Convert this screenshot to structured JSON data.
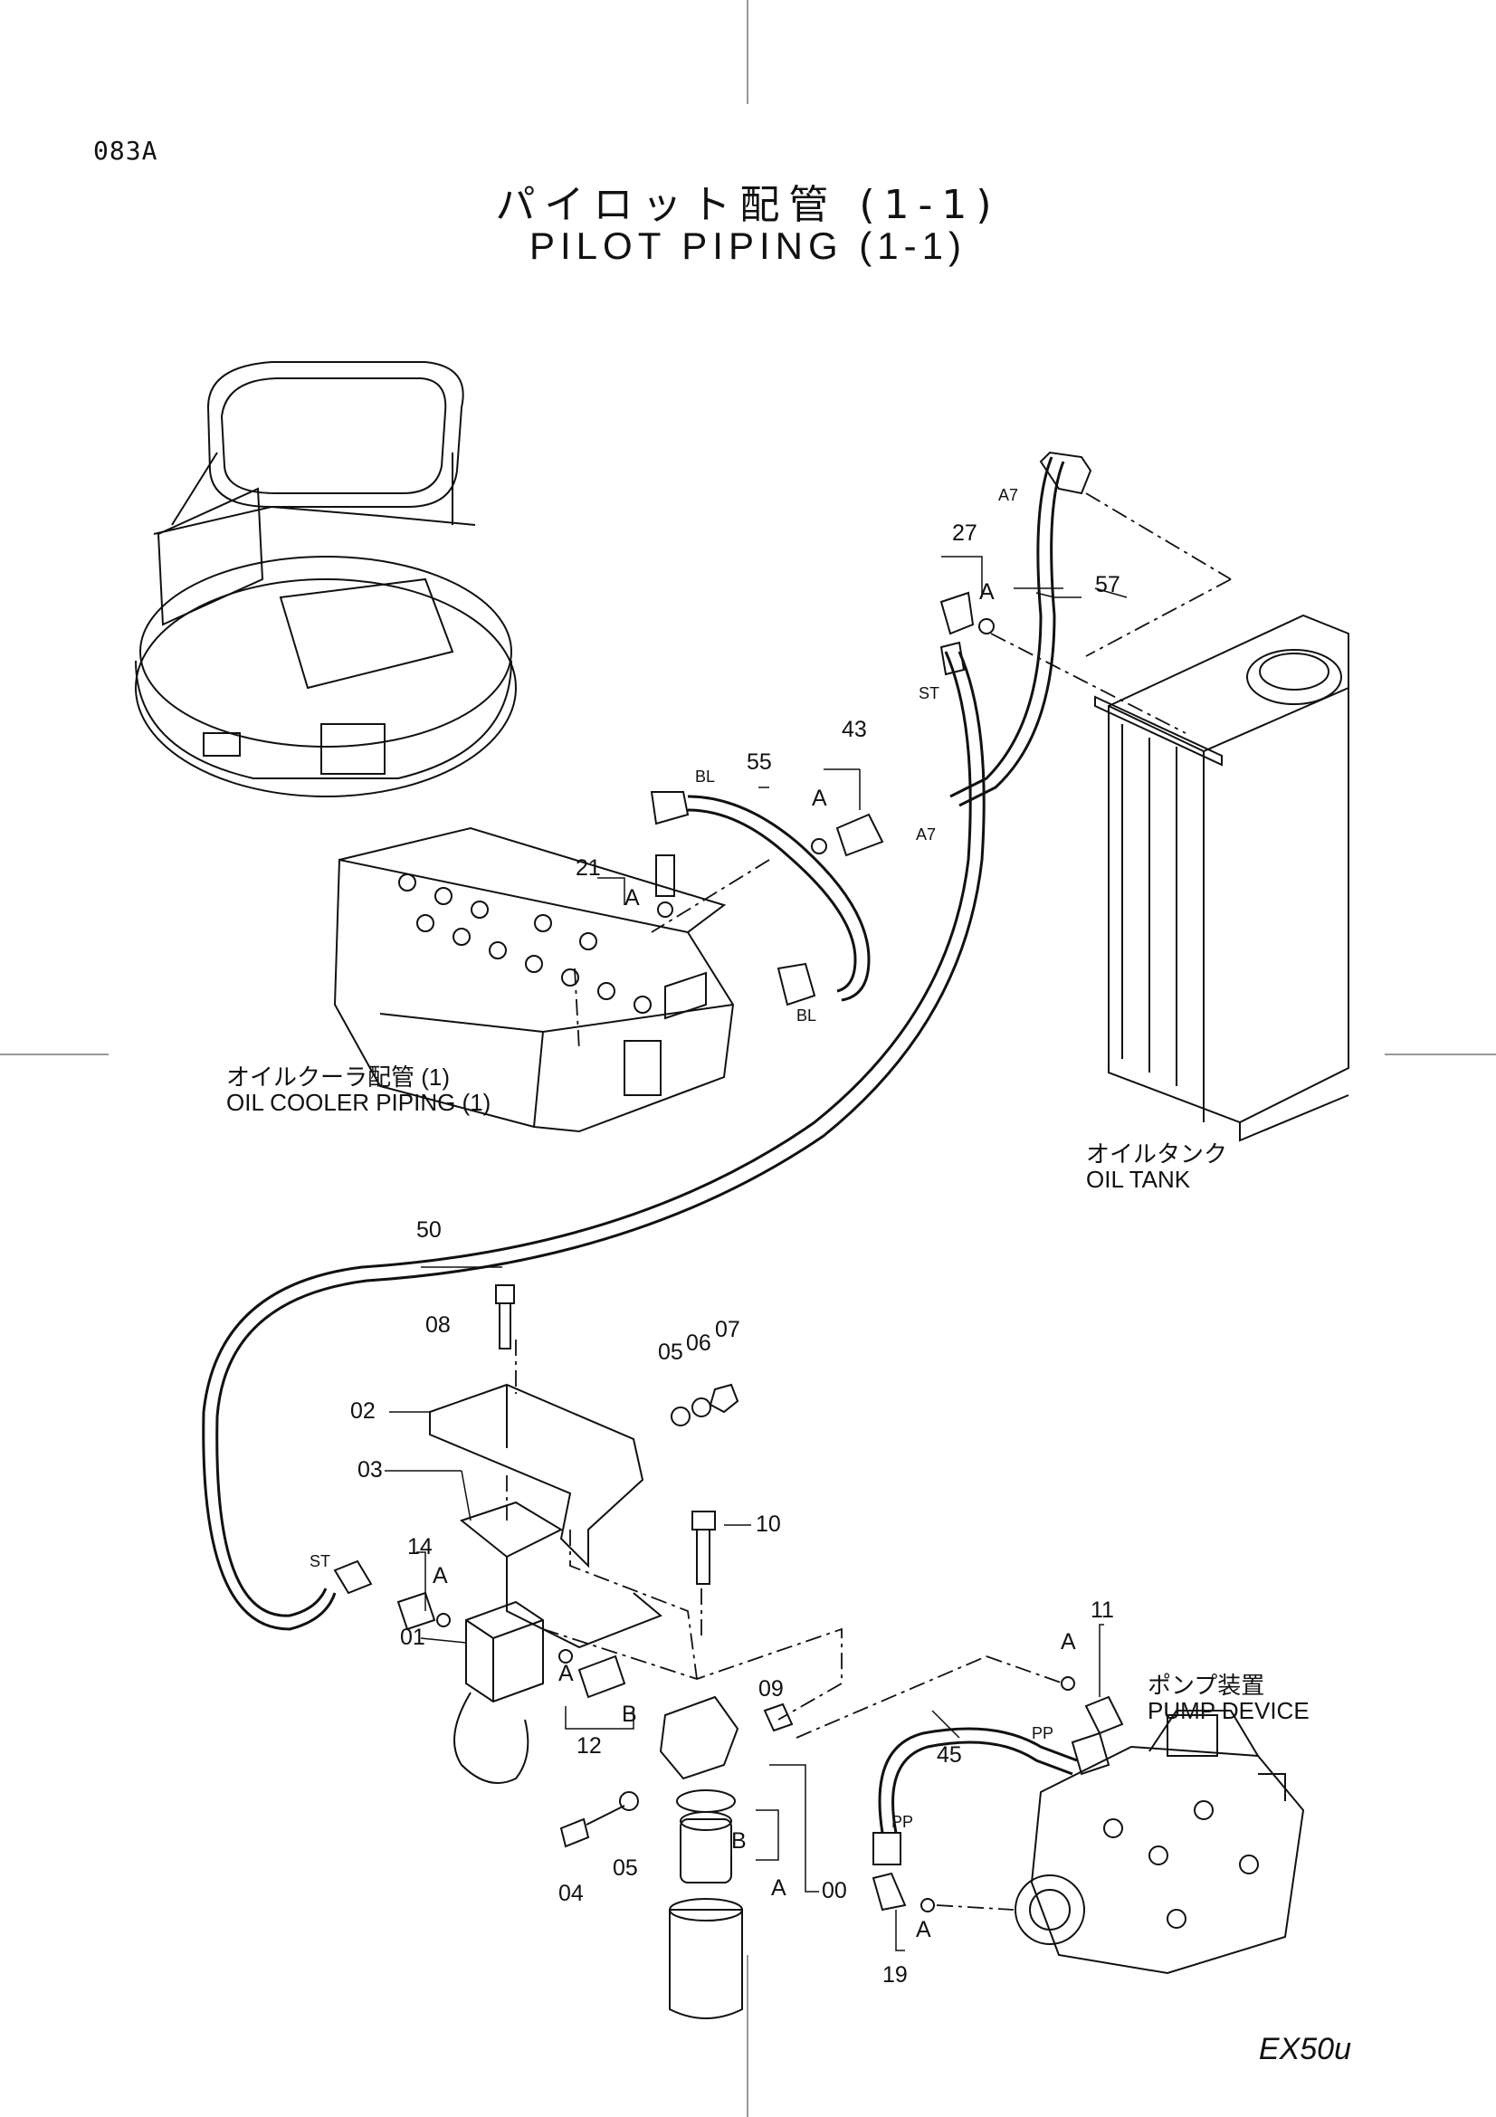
{
  "header": {
    "page_id": "083A",
    "title_jp": "パイロット配管 (1-1)",
    "title_en": "PILOT PIPING (1-1)"
  },
  "references": {
    "oil_cooler_jp": "オイルクーラ配管 (1)",
    "oil_cooler_en": "OIL COOLER PIPING (1)",
    "oil_tank_jp": "オイルタンク",
    "oil_tank_en": "OIL TANK",
    "pump_jp": "ポンプ装置",
    "pump_en": "PUMP DEVICE"
  },
  "callouts": [
    "00",
    "01",
    "02",
    "03",
    "04",
    "05",
    "05",
    "06",
    "07",
    "08",
    "09",
    "10",
    "11",
    "12",
    "14",
    "19",
    "21",
    "27",
    "43",
    "45",
    "50",
    "55",
    "57"
  ],
  "set_letters": {
    "a": "A",
    "b": "B"
  },
  "connection_codes": {
    "a7": "A7",
    "st": "ST",
    "bl": "BL",
    "pp": "PP"
  },
  "footer": {
    "model": "EX50u"
  }
}
